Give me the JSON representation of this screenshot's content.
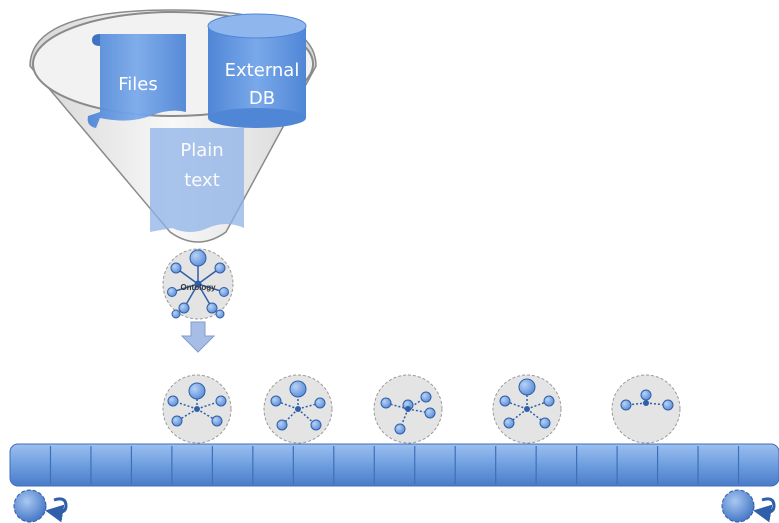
{
  "funnel": {
    "sources": [
      {
        "id": "files",
        "label": "Files",
        "icon": "document-icon"
      },
      {
        "id": "external-db",
        "label_line1": "External",
        "label_line2": "DB",
        "icon": "database-icon"
      },
      {
        "id": "plain-text",
        "label_line1": "Plain",
        "label_line2": "text",
        "icon": "document-icon"
      }
    ]
  },
  "ontology": {
    "label": "Ontology",
    "icon": "ontology-graph-icon"
  },
  "conveyor": {
    "segment_count": 19,
    "instance_count": 5,
    "colors": {
      "belt": "#6f9ee0",
      "belt_dark": "#3f6fb8",
      "node": "#6e9ee3",
      "node_stroke": "#2f5fa8",
      "bubble": "#e4e4e4"
    }
  },
  "colors": {
    "funnel_rim": "#8a8a8a",
    "source_blue": "#5b8ed8",
    "source_text": "#ffffff",
    "arrow": "#a7bde6"
  }
}
